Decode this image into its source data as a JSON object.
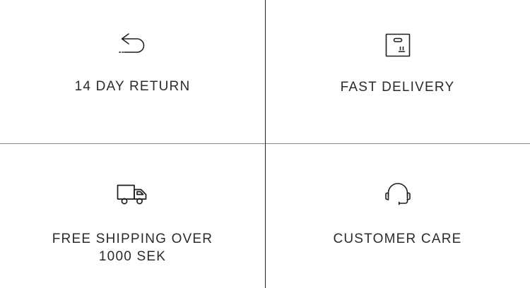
{
  "section": {
    "name": "service-guarantees",
    "background_color": "#ffffff",
    "text_color": "#2b2b2b",
    "icon_color": "#1d1d1d",
    "divider_vertical_color": "#222222",
    "divider_horizontal_color": "#8a8a8a"
  },
  "badges": [
    {
      "icon": "return-arrow-icon",
      "label": "14 DAY RETURN"
    },
    {
      "icon": "package-box-icon",
      "label": "FAST DELIVERY"
    },
    {
      "icon": "delivery-truck-icon",
      "label": "FREE SHIPPING OVER\n1000 SEK"
    },
    {
      "icon": "headset-icon",
      "label": "CUSTOMER CARE"
    }
  ]
}
